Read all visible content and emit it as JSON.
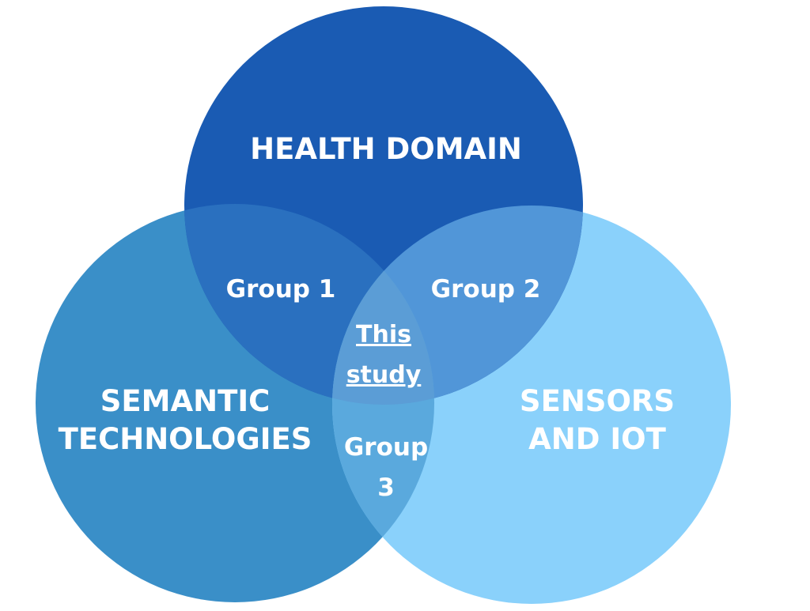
{
  "sets": {
    "health": {
      "label": "HEALTH DOMAIN",
      "color": "#1a5bb3"
    },
    "semantic": {
      "label_line1": "SEMANTIC",
      "label_line2": "TECHNOLOGIES",
      "color": "#3a8fc8"
    },
    "sensors": {
      "label_line1": "SENSORS",
      "label_line2": "AND IOT",
      "color": "#8ad1fb"
    }
  },
  "intersections": {
    "health_semantic": {
      "label": "Group 1",
      "color": "#2a70bf"
    },
    "health_sensors": {
      "label": "Group 2",
      "color": "#5196d8"
    },
    "semantic_sensors": {
      "label_line1": "Group",
      "label_line2": "3",
      "color": "#5aa9dd"
    },
    "all_three": {
      "label_line1": "This",
      "label_line2": "study",
      "color": "#5b9dd6"
    }
  }
}
